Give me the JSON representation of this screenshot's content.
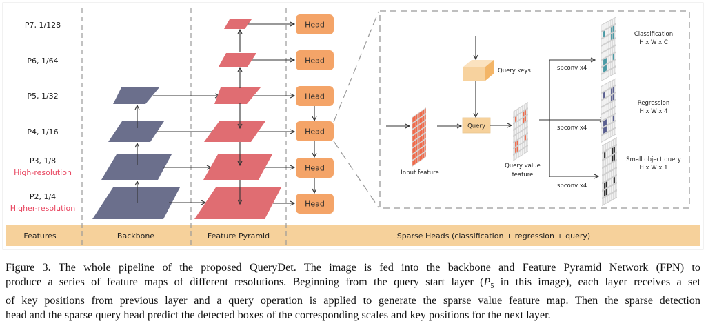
{
  "figure": {
    "feature_labels": [
      {
        "level": "P7, 1/128",
        "note": ""
      },
      {
        "level": "P6, 1/64",
        "note": ""
      },
      {
        "level": "P5, 1/32",
        "note": ""
      },
      {
        "level": "P4, 1/16",
        "note": ""
      },
      {
        "level": "P3, 1/8",
        "note": "High-resolution"
      },
      {
        "level": "P2, 1/4",
        "note": "Higher-resolution"
      }
    ],
    "head_label": "Head",
    "heads_count": 6,
    "sparse_head_detail": {
      "input_feature": "Input feature",
      "query_keys": "Query keys",
      "query": "Query",
      "query_value_feature_line1": "Query value",
      "query_value_feature_line2": "feature",
      "spconv": [
        "spconv x4",
        "spconv x4",
        "spconv x4"
      ],
      "outputs": [
        {
          "name": "Classification",
          "shape": "H x W x C",
          "color": "#4a9aa5"
        },
        {
          "name": "Regression",
          "shape": "H x W x 4",
          "color": "#5a5f90"
        },
        {
          "name": "Small object query",
          "shape": "H x W x 1",
          "color": "#2b2b2b"
        }
      ]
    },
    "band_labels": [
      "Features",
      "Backbone",
      "Feature Pyramid",
      "Sparse Heads (classification + regression + query)"
    ],
    "colors": {
      "backbone": "#6b6f8c",
      "pyramid": "#e06d72",
      "head": "#f4a468",
      "band": "#f6d19b",
      "query_box": "#f6d19b",
      "highlight_red": "#e8445e"
    }
  },
  "caption": {
    "lines": [
      "Figure 3.  The whole pipeline of the proposed QueryDet.  The image is fed into the backbone and Feature Pyramid Network (FPN) to",
      "produce a series of feature maps of different resolutions. Beginning from the query start layer (P5 in this image), each layer receives a set",
      "of key positions from previous layer and a query operation is applied to generate the sparse value feature map. Then the sparse detection",
      "head and the sparse query head predict the detected boxes of the corresponding scales and key positions for the next layer."
    ]
  }
}
